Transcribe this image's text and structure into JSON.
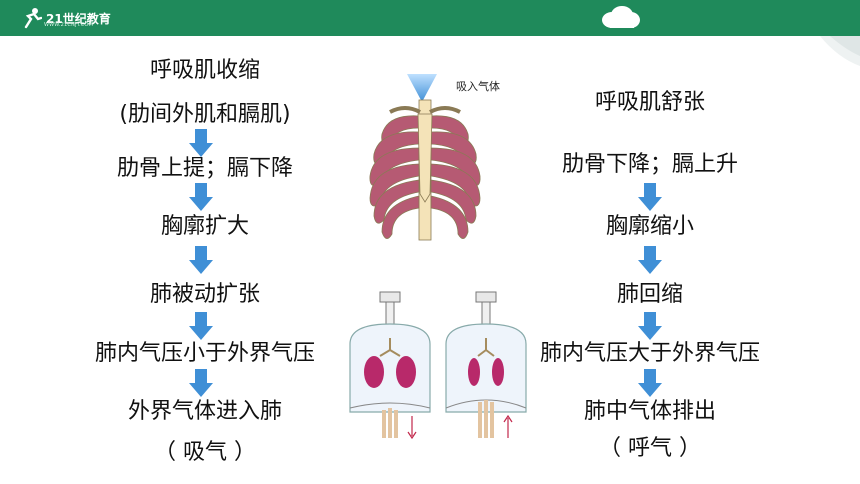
{
  "header": {
    "logo_text": "21世纪教育",
    "logo_sub": "WWW.21CNJY.COM"
  },
  "left_column": {
    "steps": [
      "呼吸肌收缩",
      "(肋间外肌和膈肌)",
      "肋骨上提；膈下降",
      "胸廓扩大",
      "肺被动扩张",
      "肺内气压小于外界气压",
      "外界气体进入肺",
      "（ 吸气 ）"
    ]
  },
  "right_column": {
    "steps": [
      "呼吸肌舒张",
      "肋骨下降；膈上升",
      "胸廓缩小",
      "肺回缩",
      "肺内气压大于外界气压",
      "肺中气体排出",
      "（ 呼气 ）"
    ]
  },
  "figure": {
    "label": "吸入气体"
  },
  "colors": {
    "header_green": "#1f8a5b",
    "arrow_blue": "#3f8fd6",
    "rib_color": "#b65a73",
    "bone_color": "#f4e3b8",
    "lung_color": "#b8296a"
  }
}
